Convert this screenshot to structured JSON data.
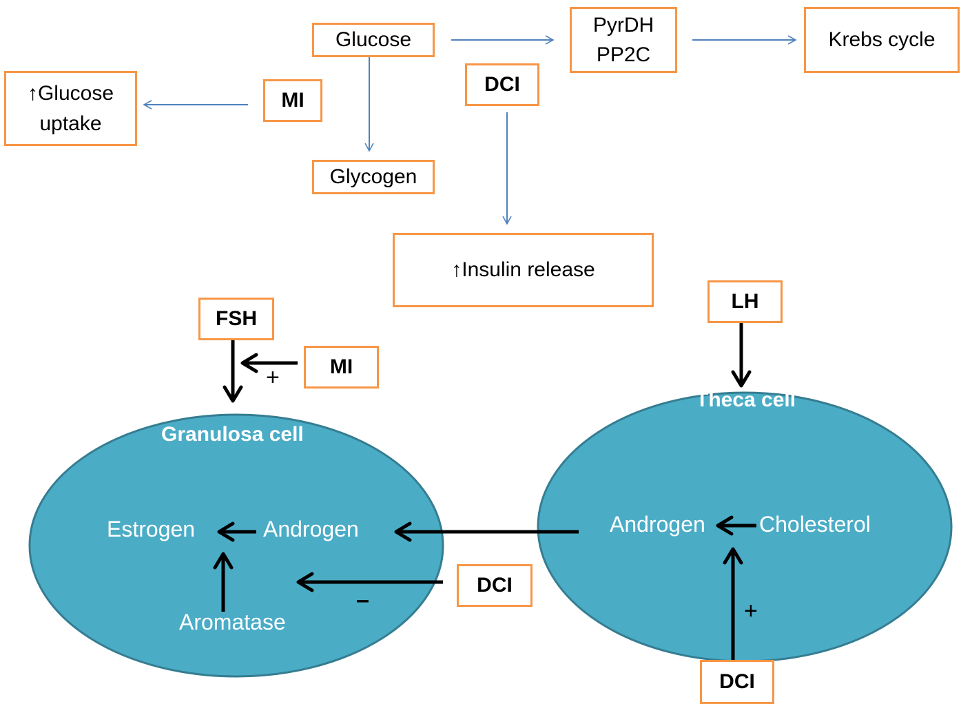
{
  "colors": {
    "box_border": "#F79646",
    "cell_fill": "#4BACC6",
    "cell_border": "#357D91",
    "thin_arrow": "#4F81BD",
    "thick_arrow": "#000000",
    "cell_text": "#FFFFFF"
  },
  "top": {
    "glucose": "Glucose",
    "pyrdh_line1": "PyrDH",
    "pyrdh_line2": "PP2C",
    "krebs": "Krebs cycle",
    "dci": "DCI",
    "mi": "MI",
    "glucose_uptake_line1": "↑Glucose",
    "glucose_uptake_line2": "uptake",
    "glycogen": "Glycogen",
    "insulin_release": "↑Insulin release"
  },
  "granulosa": {
    "title": "Granulosa cell",
    "fsh": "FSH",
    "mi": "MI",
    "mi_sign": "+",
    "estrogen": "Estrogen",
    "androgen": "Androgen",
    "aromatase": "Aromatase",
    "dci": "DCI",
    "dci_sign": "–"
  },
  "theca": {
    "title": "Theca cell",
    "lh": "LH",
    "androgen": "Androgen",
    "cholesterol": "Cholesterol",
    "dci": "DCI",
    "dci_sign": "+"
  }
}
